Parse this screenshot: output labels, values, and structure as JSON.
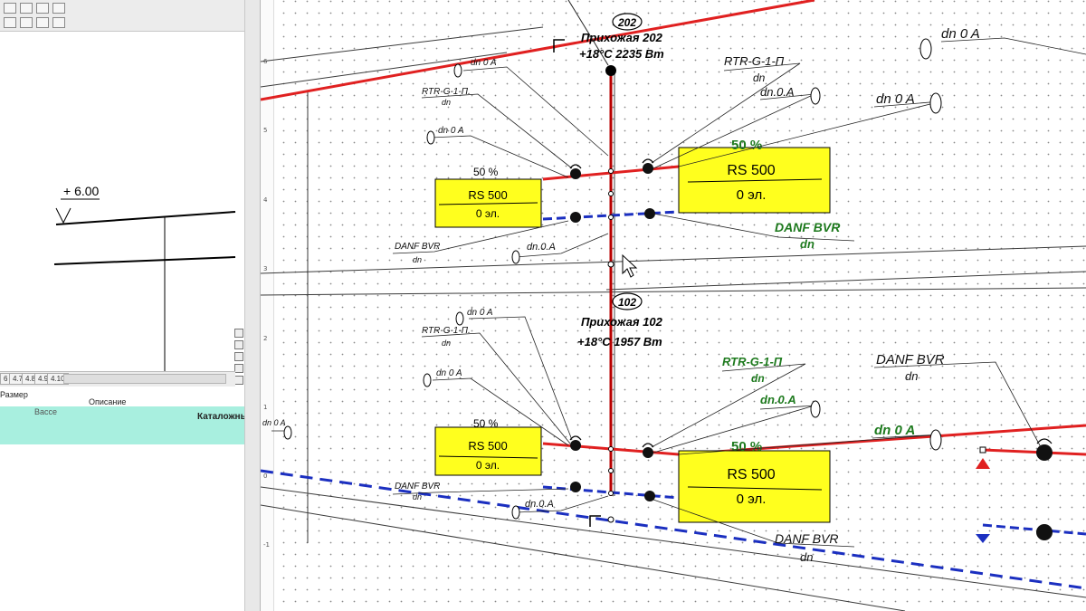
{
  "left_panel": {
    "elevation_label": "+ 6.00",
    "tabs": [
      "6",
      "4.7",
      "4.8",
      "4.9",
      "4.10"
    ],
    "table": {
      "headers": [
        "Размер",
        "Описание"
      ],
      "row_cells": [
        "Вассе",
        "Каталожный"
      ]
    }
  },
  "ruler": {
    "ticks": [
      "6",
      "5",
      "4",
      "3",
      "2",
      "1",
      "0",
      "-1"
    ]
  },
  "schematic": {
    "rooms": [
      {
        "number": "202",
        "name": "Прихожая 202",
        "info": "+18°C 2235 Вт"
      },
      {
        "number": "102",
        "name": "Прихожая 102",
        "info": "+18°C 1957 Вт"
      }
    ],
    "radiators": [
      {
        "model": "RS 500",
        "elements": "0 эл.",
        "percent": "50 %"
      },
      {
        "model": "RS 500",
        "elements": "0 эл.",
        "percent": "50 %"
      },
      {
        "model": "RS 500",
        "elements": "0 эл.",
        "percent": "50 %"
      },
      {
        "model": "RS 500",
        "elements": "0 эл.",
        "percent": "50 %"
      }
    ],
    "labels": {
      "rtr": "RTR-G-1-П",
      "rtr_small": "RTR-G-1-П.",
      "dn": "dn",
      "dn_0a": "dn 0 A",
      "dn_0a_dot": "dn.0.A",
      "danf": "DANF BVR"
    },
    "colors": {
      "supply": "#e02020",
      "return": "#1b2fc0",
      "riser": "#b80000",
      "radiator_fill": "#ffff1e",
      "green_label": "#1e7a1e"
    }
  }
}
